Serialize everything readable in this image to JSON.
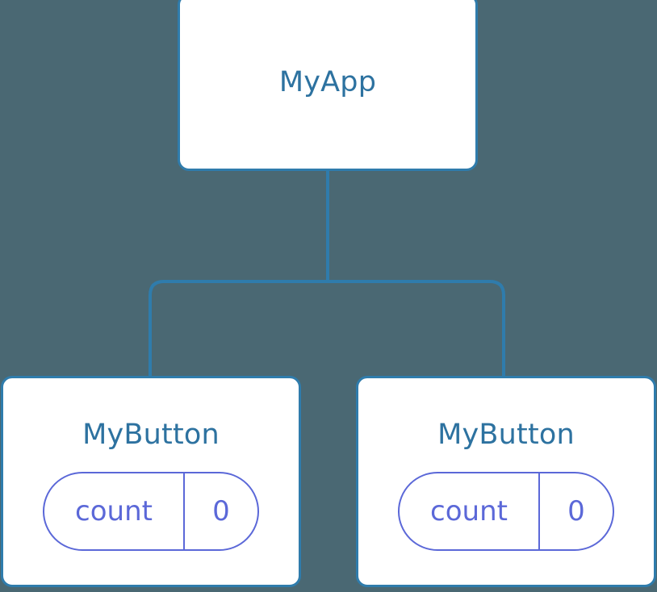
{
  "diagram": {
    "title": "component-tree",
    "background_color": "#4a6873",
    "node_border_color": "#2f7cac",
    "node_fill_color": "#ffffff",
    "node_text_color": "#2d72a0",
    "pill_color": "#5b68d8",
    "edge_color": "#2f7cac"
  },
  "root": {
    "label": "MyApp"
  },
  "children": [
    {
      "label": "MyButton",
      "state": {
        "key": "count",
        "value": "0"
      }
    },
    {
      "label": "MyButton",
      "state": {
        "key": "count",
        "value": "0"
      }
    }
  ],
  "edges": {
    "trunk": "root-to-split",
    "branch_left": "split-to-child-1",
    "branch_right": "split-to-child-2"
  }
}
